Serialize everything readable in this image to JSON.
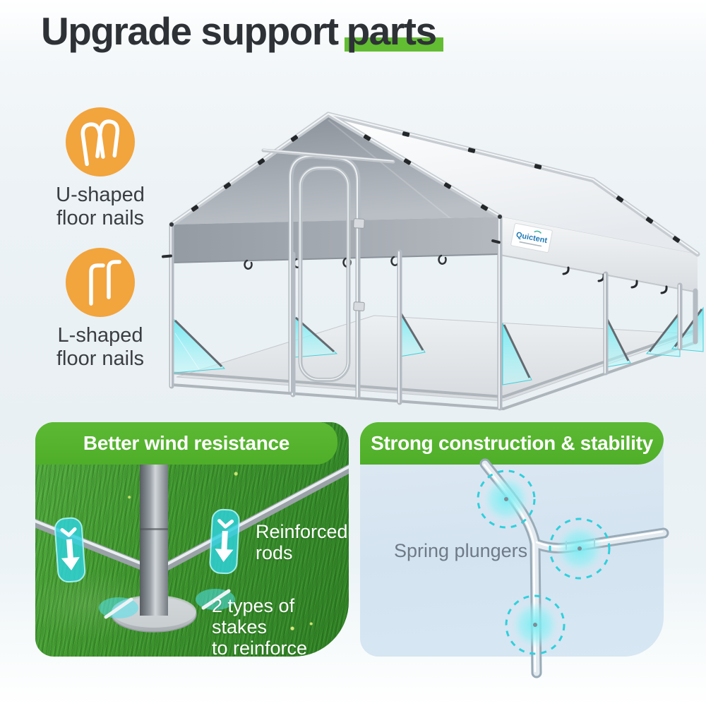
{
  "title": {
    "start": "Upgrade support",
    "highlight": "parts"
  },
  "brand": {
    "name": "Quictent"
  },
  "support_parts": [
    {
      "name": "U-shaped floor nails",
      "line1": "U-shaped",
      "line2": "floor nails",
      "icon": "u-shaped-nails-icon"
    },
    {
      "name": "L-shaped floor nails",
      "line1": "L-shaped",
      "line2": "floor nails",
      "icon": "l-shaped-nails-icon"
    }
  ],
  "panels": {
    "wind": {
      "header": "Better wind resistance",
      "notes": {
        "rods": {
          "line1": "Reinforced",
          "line2": "rods"
        },
        "stakes": {
          "line1": "2 types of stakes",
          "line2": "to reinforce"
        }
      }
    },
    "construction": {
      "header": "Strong construction & stability",
      "note": "Spring plungers"
    }
  },
  "colors": {
    "accent_green": "#54b22d",
    "underline_green": "#62bd33",
    "icon_orange": "#f2a43d",
    "highlight_teal": "#4fdbe4",
    "title_text": "#2e3236",
    "note_gray": "#6f7a87",
    "brand_blue": "#1f7ab5"
  }
}
